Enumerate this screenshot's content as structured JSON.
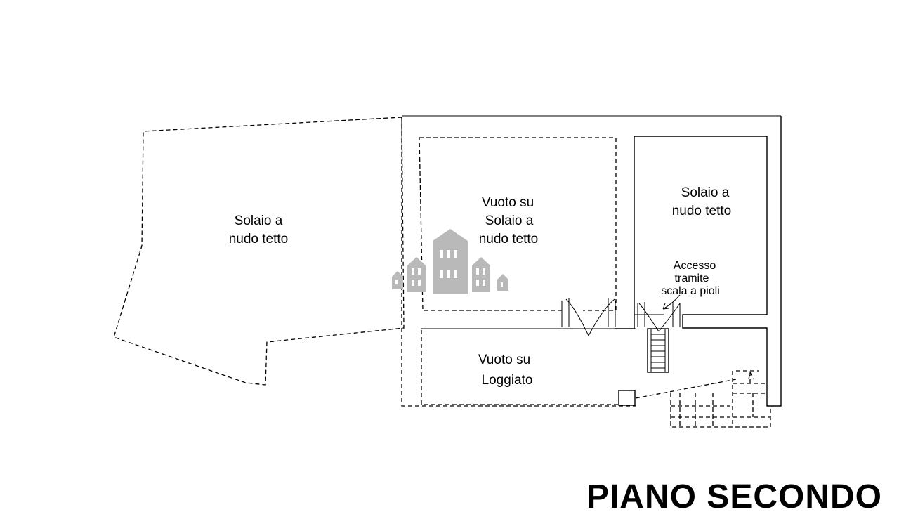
{
  "title": "PIANO SECONDO",
  "rooms": {
    "left": [
      "Solaio a",
      "nudo tetto"
    ],
    "center": [
      "Vuoto su",
      "Solaio a",
      "nudo tetto"
    ],
    "right": [
      "Solaio a",
      "nudo tetto"
    ],
    "bottom": [
      "Vuoto su",
      "Loggiato"
    ]
  },
  "access_note": [
    "Accesso",
    "tramite",
    "scala a pioli"
  ],
  "watermark_color": "#b9b9b9",
  "line_color": "#000000"
}
